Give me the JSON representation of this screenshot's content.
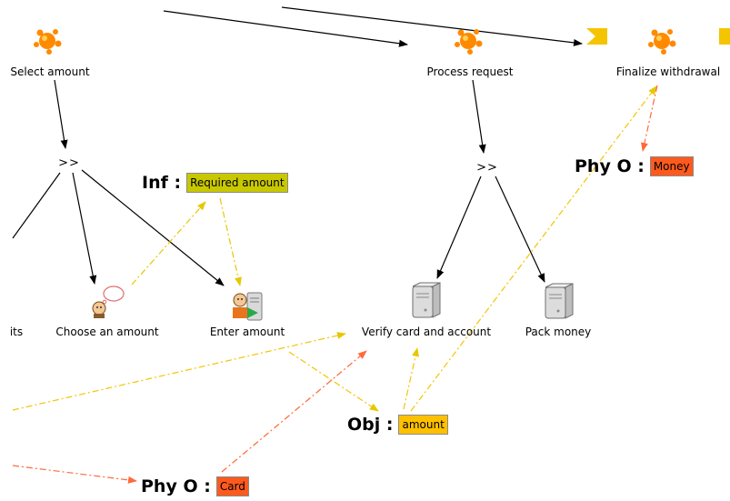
{
  "colors": {
    "flow": "#000000",
    "info_link": "#e6c800",
    "obj_link": "#f5c400",
    "phy_link": "#ff6a3a",
    "info_box": "#c9c800",
    "obj_box": "#ffc000",
    "phy_box": "#ff5a1e"
  },
  "tasks": {
    "select_amount": {
      "label": "Select amount",
      "icon": "abstract-splat-icon"
    },
    "process_request": {
      "label": "Process request",
      "icon": "abstract-splat-icon"
    },
    "finalize_withdrawal": {
      "label": "Finalize withdrawal",
      "icon": "abstract-splat-icon"
    },
    "choose_amount": {
      "label": "Choose an amount",
      "icon": "user-thinking-icon"
    },
    "enter_amount": {
      "label": "Enter amount",
      "icon": "user-computer-interaction-icon"
    },
    "verify_card": {
      "label": "Verify card and account",
      "icon": "computer-tower-icon"
    },
    "pack_money": {
      "label": "Pack money",
      "icon": "computer-tower-icon"
    },
    "cut_off_left": {
      "label": "its"
    }
  },
  "operators": {
    "left": ">>",
    "right": ">>"
  },
  "objects": {
    "required_amount": {
      "kind": "Inf :",
      "label": "Required amount"
    },
    "amount": {
      "kind": "Obj :",
      "label": "amount"
    },
    "money": {
      "kind": "Phy O :",
      "label": "Money"
    },
    "card": {
      "kind": "Phy O :",
      "label": "Card"
    }
  }
}
